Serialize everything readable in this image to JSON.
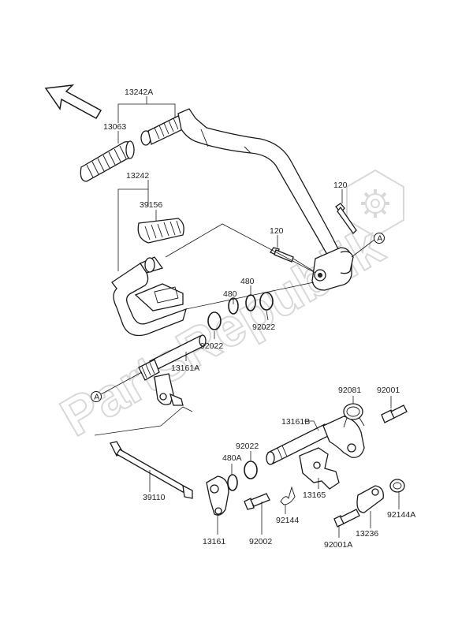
{
  "watermark": "PartsRepublik",
  "reference_marker": "A",
  "part_labels": {
    "p13242A": "13242A",
    "p13063": "13063",
    "p13242": "13242",
    "p39156": "39156",
    "p120_top": "120",
    "p120_mid": "120",
    "p480_left": "480",
    "p480_right": "480",
    "p92022_a": "92022",
    "p92022_b": "92022",
    "p13161A": "13161A",
    "p92081": "92081",
    "p92001": "92001",
    "p13161B": "13161B",
    "p92022_c": "92022",
    "p480A": "480A",
    "p39110": "39110",
    "p13165": "13165",
    "p92144": "92144",
    "p13236": "13236",
    "p92144A": "92144A",
    "p13161": "13161",
    "p92002": "92002",
    "p92001A": "92001A"
  }
}
